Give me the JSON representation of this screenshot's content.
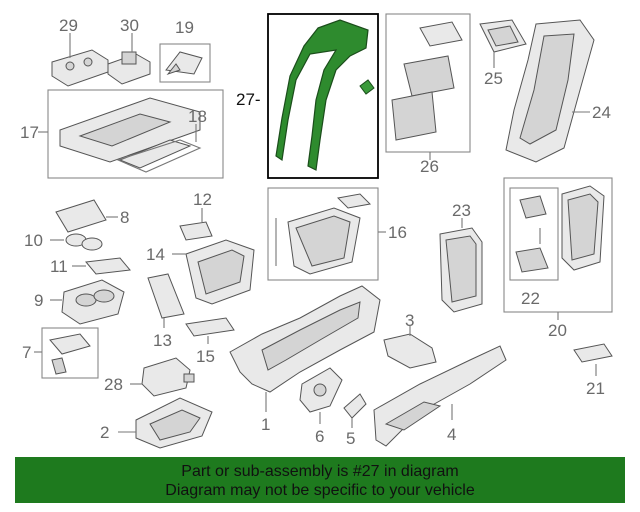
{
  "callouts": {
    "p1": "1",
    "p2": "2",
    "p3": "3",
    "p4": "4",
    "p5": "5",
    "p6": "6",
    "p7": "7",
    "p8": "8",
    "p9": "9",
    "p10": "10",
    "p11": "11",
    "p12": "12",
    "p13": "13",
    "p14": "14",
    "p15": "15",
    "p16": "16",
    "p17": "17",
    "p18": "18",
    "p19": "19",
    "p20": "20",
    "p21": "21",
    "p22": "22",
    "p23": "23",
    "p24": "24",
    "p25": "25",
    "p26": "26",
    "p27": "27-",
    "p28": "28",
    "p29": "29",
    "p30": "30"
  },
  "highlight": {
    "part": "27",
    "color": "#1e7a1e",
    "frame_color": "#000000"
  },
  "banner": {
    "line1": "Part or sub-assembly is #27 in diagram",
    "line2": "Diagram may not be specific to your vehicle",
    "background": "#1e7a1e"
  }
}
